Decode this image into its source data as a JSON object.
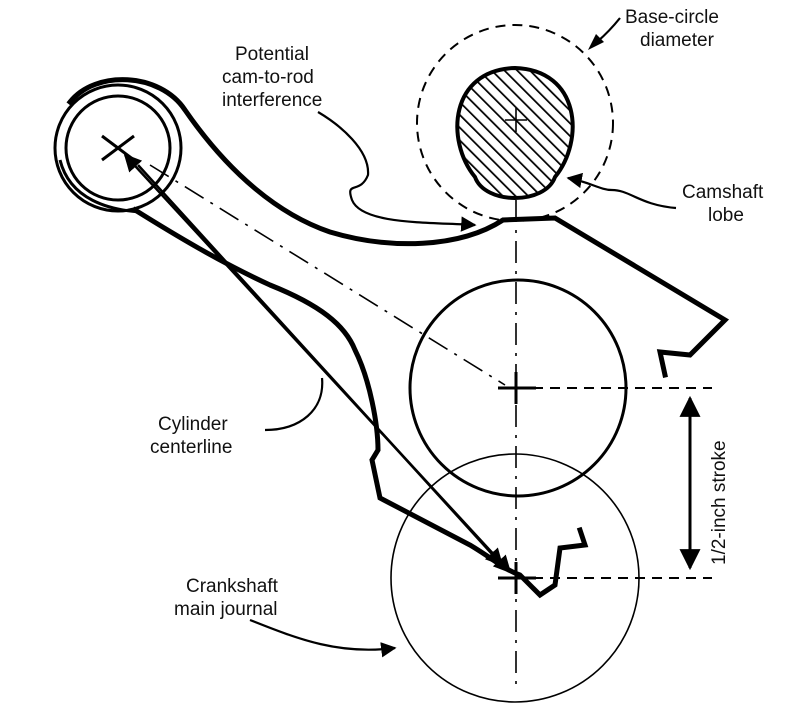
{
  "labels": {
    "base_circle_line1": "Base-circle",
    "base_circle_line2": "diameter",
    "interference_line1": "Potential",
    "interference_line2": "cam-to-rod",
    "interference_line3": "interference",
    "camshaft_line1": "Camshaft",
    "camshaft_line2": "lobe",
    "cylinder_line1": "Cylinder",
    "cylinder_line2": "centerline",
    "crankshaft_line1": "Crankshaft",
    "crankshaft_line2": "main journal",
    "stroke": "1/2-inch stroke"
  }
}
